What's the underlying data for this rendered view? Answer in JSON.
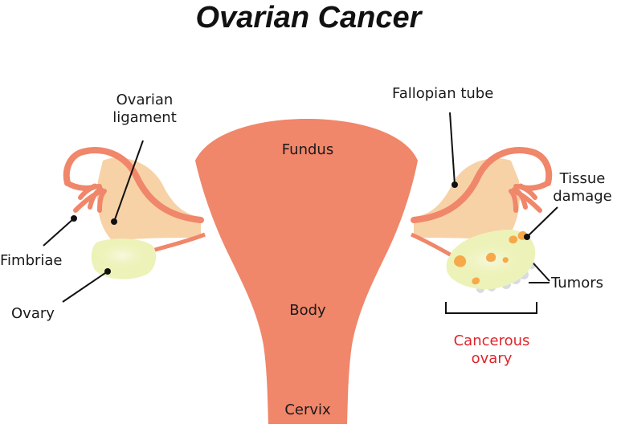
{
  "title": "Ovarian Cancer",
  "labels": {
    "ovarian_ligament_line1": "Ovarian",
    "ovarian_ligament_line2": "ligament",
    "fallopian_tube": "Fallopian tube",
    "fundus": "Fundus",
    "body": "Body",
    "cervix": "Cervix",
    "fimbriae": "Fimbriae",
    "ovary": "Ovary",
    "tissue_damage_line1": "Tissue",
    "tissue_damage_line2": "damage",
    "tumors": "Tumors",
    "cancerous_line1": "Cancerous",
    "cancerous_line2": "ovary"
  },
  "colors": {
    "uterus": "#f0866a",
    "ligament": "#f7d2a6",
    "ovary": "#edf2b8",
    "tumor": "#f6a94a",
    "cancer_label": "#e0242c"
  }
}
